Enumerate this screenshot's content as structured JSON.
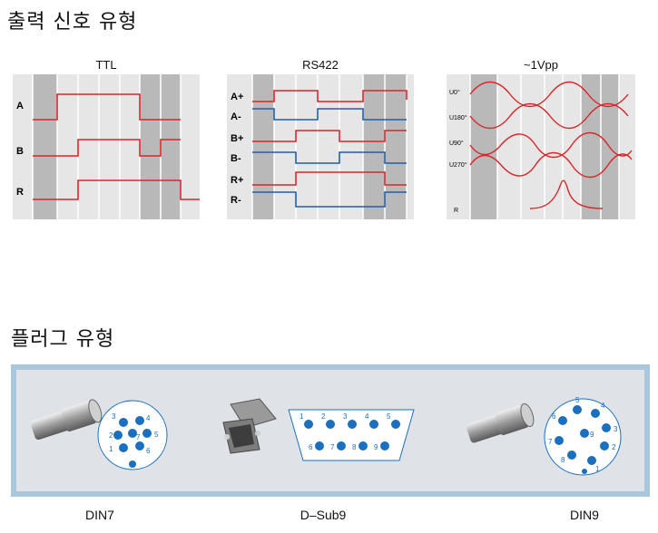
{
  "headings": {
    "output_signal": "출력 신호 유형",
    "plug_type": "플러그 유형"
  },
  "panels": {
    "ttl": {
      "title": "TTL",
      "channels": [
        "A",
        "B",
        "R"
      ]
    },
    "rs422": {
      "title": "RS422",
      "channels": [
        "A+",
        "A-",
        "B+",
        "B-",
        "R+",
        "R-"
      ]
    },
    "vpp": {
      "title": "~1Vpp",
      "channels": [
        "U0°",
        "U180°",
        "U90°",
        "U270°",
        "R"
      ]
    }
  },
  "plugs": {
    "din7": {
      "label": "DIN7",
      "pins": [
        "1",
        "2",
        "3",
        "4",
        "5",
        "6",
        "7"
      ]
    },
    "dsub9": {
      "label": "D–Sub9",
      "pins": [
        "1",
        "2",
        "3",
        "4",
        "5",
        "6",
        "7",
        "8",
        "9"
      ]
    },
    "din9": {
      "label": "DIN9",
      "pins": [
        "1",
        "2",
        "3",
        "4",
        "5",
        "6",
        "7",
        "8",
        "9"
      ]
    }
  },
  "colors": {
    "red": "#d9262a",
    "blue": "#1f5fa8",
    "pin": "#1a6fbf",
    "frame": "#a8c7dc"
  }
}
